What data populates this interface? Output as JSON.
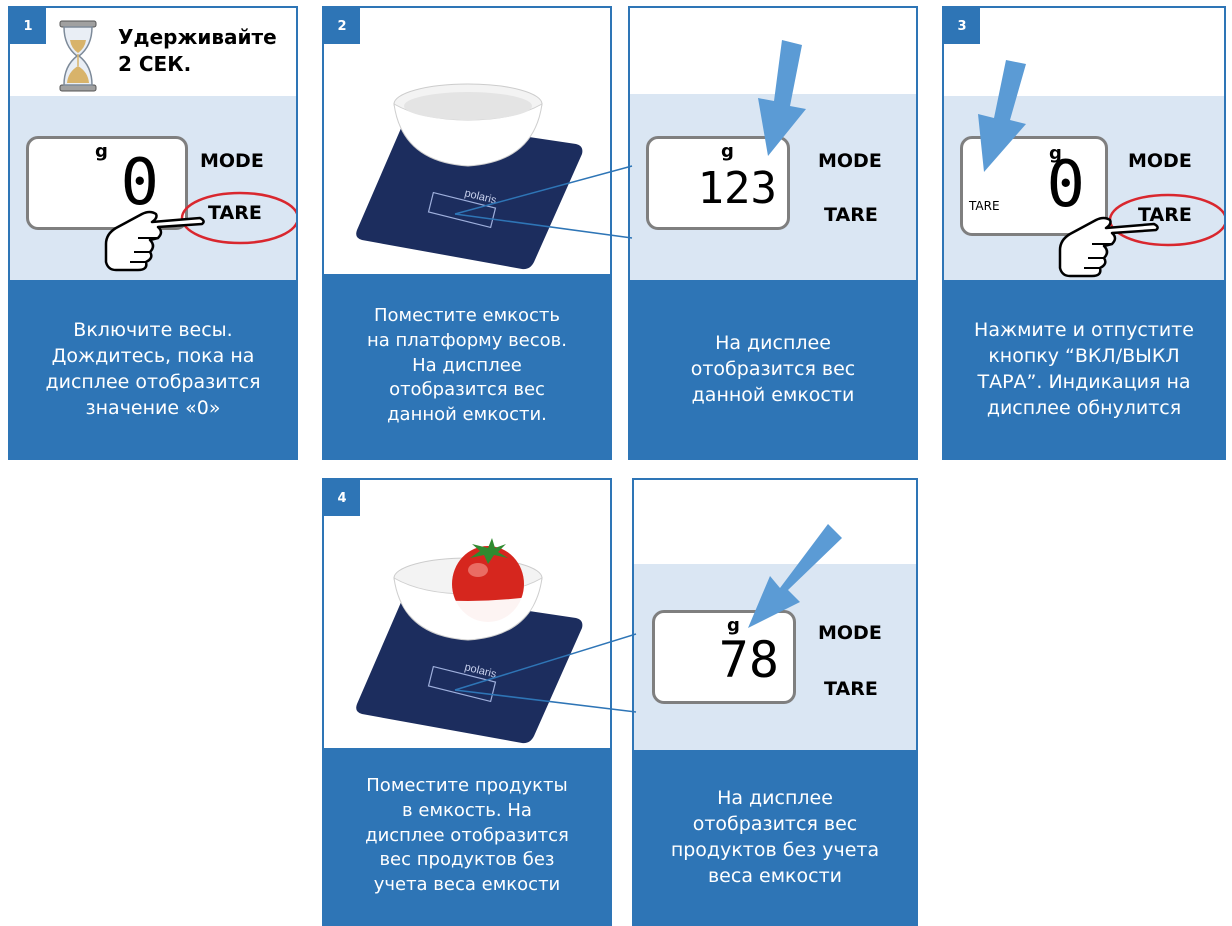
{
  "colors": {
    "accent": "#2e75b6",
    "light_bg": "#dae6f3",
    "ring": "#d9272e"
  },
  "steps": [
    {
      "number": "1",
      "hold_text": "Удерживайте\n2 СЕК.",
      "display": {
        "unit": "g",
        "value": "0"
      },
      "mode_label": "MODE",
      "tare_label": "TARE",
      "caption": "Включите весы.\nДождитесь, пока на\nдисплее отобразится\nзначение «0»"
    },
    {
      "number": "2",
      "scale_brand": "polaris",
      "caption": "Поместите емкость\nна платформу весов.\nНа дисплее\nотобразится вес\nданной емкости.",
      "zoom": {
        "display": {
          "unit": "g",
          "value": "123"
        },
        "mode_label": "MODE",
        "tare_label": "TARE",
        "caption": "На дисплее\nотобразится вес\nданной емкости"
      }
    },
    {
      "number": "3",
      "display": {
        "unit": "g",
        "value": "0",
        "tare_indicator": "TARE"
      },
      "mode_label": "MODE",
      "tare_label": "TARE",
      "caption": "Нажмите и отпустите\nкнопку “ВКЛ/ВЫКЛ\nТАРА”. Индикация на\nдисплее обнулится"
    },
    {
      "number": "4",
      "scale_brand": "polaris",
      "caption": "Поместите продукты\nв емкость. На\nдисплее отобразится\nвес продуктов без\nучета веса емкости",
      "zoom": {
        "display": {
          "unit": "g",
          "value": "78"
        },
        "mode_label": "MODE",
        "tare_label": "TARE",
        "caption": "На дисплее\nотобразится вес\nпродуктов без учета\nвеса емкости"
      }
    }
  ]
}
